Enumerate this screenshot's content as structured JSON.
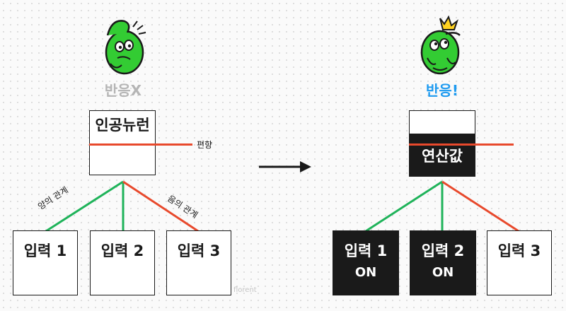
{
  "left_panel": {
    "status": "반응X",
    "status_color": "#b5b5b5",
    "neuron_label": "인공뉴런",
    "bias_label": "편향",
    "positive_relation": "양의 관계",
    "negative_relation": "음의 관계",
    "inputs": [
      {
        "label": "입력 1"
      },
      {
        "label": "입력 2"
      },
      {
        "label": "입력 3"
      }
    ]
  },
  "right_panel": {
    "status": "반응!",
    "status_color": "#1f9bf0",
    "neuron_value_label": "연산값",
    "inputs": [
      {
        "label": "입력 1",
        "state": "ON"
      },
      {
        "label": "입력 2",
        "state": "ON"
      },
      {
        "label": "입력 3",
        "state": ""
      }
    ]
  },
  "watermark": "florent",
  "colors": {
    "positive_line": "#1fb35a",
    "negative_line": "#e8492c",
    "mascot": "#33cc33",
    "crown": "#ffd21f",
    "dark_fill": "#1a1a1a"
  },
  "icons": [
    "confused-mascot-icon",
    "excited-mascot-icon",
    "arrow-right-icon"
  ]
}
